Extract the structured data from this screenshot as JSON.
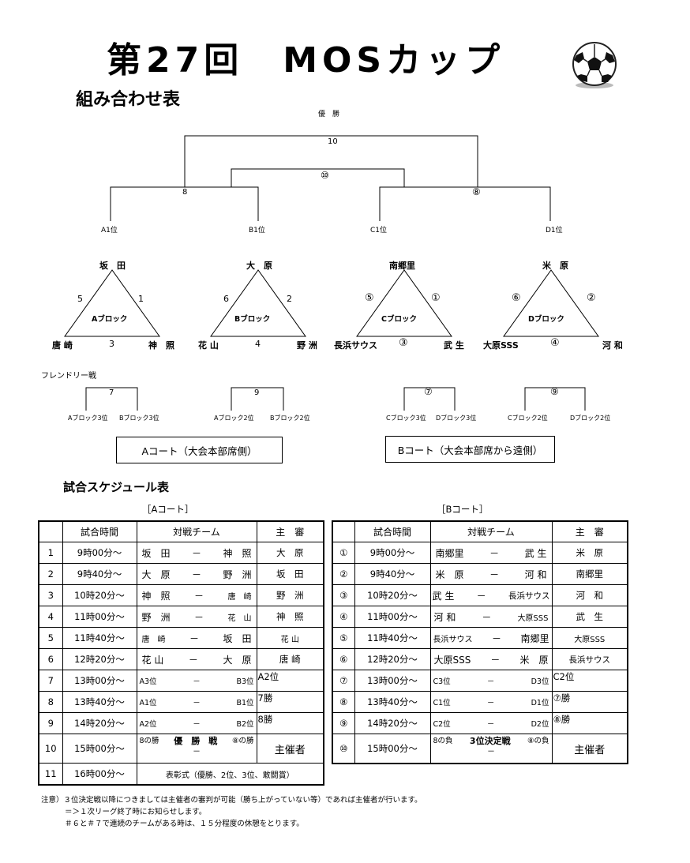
{
  "header": {
    "title": "第27回　MOSカップ",
    "subtitle": "組み合わせ表",
    "schedule_title": "試合スケジュール表"
  },
  "bracket": {
    "champion_label": "優　勝",
    "final_match": "10",
    "third_place_match": "⑩",
    "semi_left": "8",
    "semi_right": "⑧",
    "slots": [
      "A1位",
      "B1位",
      "C1位",
      "D1位"
    ]
  },
  "blocks": [
    {
      "name": "Aブロック",
      "top": "坂　田",
      "left": "唐 崎",
      "right": "神　照",
      "m_left": "5",
      "m_right": "1",
      "m_bottom": "3"
    },
    {
      "name": "Bブロック",
      "top": "大　原",
      "left": "花 山",
      "right": "野 洲",
      "m_left": "6",
      "m_right": "2",
      "m_bottom": "4"
    },
    {
      "name": "Cブロック",
      "top": "南郷里",
      "left": "長浜サウス",
      "right": "武 生",
      "m_left": "⑤",
      "m_right": "①",
      "m_bottom": "③"
    },
    {
      "name": "Dブロック",
      "top": "米　原",
      "left": "大原SSS",
      "right": "河 和",
      "m_left": "⑥",
      "m_right": "②",
      "m_bottom": "④"
    }
  ],
  "friendly": {
    "title": "フレンドリー戦",
    "matches": [
      {
        "num": "7",
        "left": "Aブロック3位",
        "right": "Bブロック3位"
      },
      {
        "num": "9",
        "left": "Aブロック2位",
        "right": "Bブロック2位"
      },
      {
        "num": "⑦",
        "left": "Cブロック3位",
        "right": "Dブロック3位"
      },
      {
        "num": "⑨",
        "left": "Cブロック2位",
        "right": "Dブロック2位"
      }
    ]
  },
  "courts": {
    "a_box": "Aコート（大会本部席側）",
    "b_box": "Bコート（大会本部席から遠側）",
    "a_label": "［Aコート］",
    "b_label": "［Bコート］"
  },
  "table_headers": {
    "time": "試合時間",
    "teams": "対戦チーム",
    "referee": "主　審"
  },
  "court_a": [
    {
      "no": "1",
      "time": "9時00分～",
      "home": "坂　田",
      "sep": "－",
      "away": "神　照",
      "ref": "大　原"
    },
    {
      "no": "2",
      "time": "9時40分～",
      "home": "大　原",
      "sep": "－",
      "away": "野　洲",
      "ref": "坂　田"
    },
    {
      "no": "3",
      "time": "10時20分～",
      "home": "神　照",
      "sep": "－",
      "away": "唐　崎",
      "ref": "野　洲"
    },
    {
      "no": "4",
      "time": "11時00分～",
      "home": "野　洲",
      "sep": "－",
      "away": "花　山",
      "ref": "神　照"
    },
    {
      "no": "5",
      "time": "11時40分～",
      "home": "唐　崎",
      "sep": "－",
      "away": "坂　田",
      "ref": "花 山"
    },
    {
      "no": "6",
      "time": "12時20分～",
      "home": "花 山",
      "sep": "－",
      "away": "大　原",
      "ref": "唐 崎"
    },
    {
      "no": "7",
      "time": "13時00分～",
      "home": "A3位",
      "sep": "－",
      "away": "B3位",
      "ref": "A2位"
    },
    {
      "no": "8",
      "time": "13時40分～",
      "home": "A1位",
      "sep": "－",
      "away": "B1位",
      "ref": "7勝"
    },
    {
      "no": "9",
      "time": "14時20分～",
      "home": "A2位",
      "sep": "－",
      "away": "B2位",
      "ref": "8勝"
    },
    {
      "no": "10",
      "time": "15時00分～",
      "home": "8の勝",
      "mid": "優　勝　戦",
      "away": "⑧の勝",
      "sep": "－",
      "ref": "主催者"
    },
    {
      "no": "11",
      "time": "16時00分～",
      "ceremony": "表彰式（優勝、2位、3位、敢闘賞）"
    }
  ],
  "court_b": [
    {
      "no": "①",
      "time": "9時00分～",
      "home": "南郷里",
      "sep": "－",
      "away": "武 生",
      "ref": "米　原"
    },
    {
      "no": "②",
      "time": "9時40分～",
      "home": "米　原",
      "sep": "－",
      "away": "河 和",
      "ref": "南郷里"
    },
    {
      "no": "③",
      "time": "10時20分～",
      "home": "武 生",
      "sep": "－",
      "away": "長浜サウス",
      "ref": "河　和"
    },
    {
      "no": "④",
      "time": "11時00分～",
      "home": "河 和",
      "sep": "－",
      "away": "大原SSS",
      "ref": "武　生"
    },
    {
      "no": "⑤",
      "time": "11時40分～",
      "home": "長浜サウス",
      "sep": "－",
      "away": "南郷里",
      "ref": "大原SSS"
    },
    {
      "no": "⑥",
      "time": "12時20分～",
      "home": "大原SSS",
      "sep": "－",
      "away": "米　原",
      "ref": "長浜サウス"
    },
    {
      "no": "⑦",
      "time": "13時00分～",
      "home": "C3位",
      "sep": "－",
      "away": "D3位",
      "ref": "C2位"
    },
    {
      "no": "⑧",
      "time": "13時40分～",
      "home": "C1位",
      "sep": "－",
      "away": "D1位",
      "ref": "⑦勝"
    },
    {
      "no": "⑨",
      "time": "14時20分～",
      "home": "C2位",
      "sep": "－",
      "away": "D2位",
      "ref": "⑧勝"
    },
    {
      "no": "⑩",
      "time": "15時00分～",
      "home": "8の負",
      "mid": "3位決定戦",
      "away": "⑧の負",
      "sep": "－",
      "ref": "主催者"
    }
  ],
  "notes": [
    "注意）３位決定戦以降につきましては主催者の審判が可能（勝ち上がっていない等）であれば主催者が行います。",
    "＝＞１次リーグ終了時にお知らせします。",
    "＃６と＃７で連続のチームがある時は、１５分程度の休憩をとります。"
  ]
}
